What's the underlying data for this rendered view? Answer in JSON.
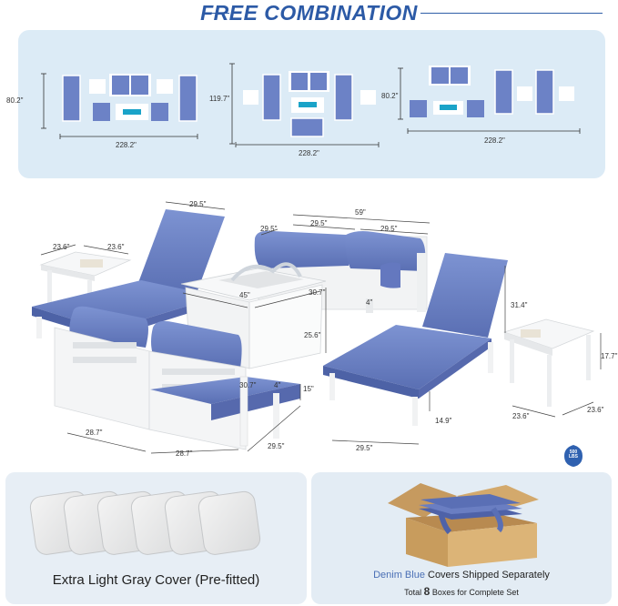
{
  "header": {
    "title": "FREE COMBINATION"
  },
  "combinations": [
    {
      "width": "228.2\"",
      "depth": "80.2\""
    },
    {
      "width": "228.2\"",
      "depth": "119.7\""
    },
    {
      "width": "228.2\"",
      "depth": "80.2\""
    }
  ],
  "dimensions": {
    "lounger_back": "29.5\"",
    "side_table_a": "23.6\"",
    "side_table_b": "23.6\"",
    "sofa_total": "59\"",
    "sofa_side": "29.5\"",
    "sofa_seat_left": "29.5\"",
    "sofa_seat_right": "29.5\"",
    "table_length": "45\"",
    "table_width": "30.7\"",
    "table_height": "25.6\"",
    "sofa_arm": "4\"",
    "lounger_height": "31.4\"",
    "chair_depth": "30.7\"",
    "chair_arm": "4\"",
    "chair_height": "15\"",
    "chair_width_a": "28.7\"",
    "chair_width_b": "28.7\"",
    "chair_side": "29.5\"",
    "lounger_seat_height": "14.9\"",
    "lounger_width": "29.5\"",
    "right_table_height": "17.7\"",
    "right_table_width": "23.6\"",
    "right_table_depth": "23.6\""
  },
  "badge": {
    "weight": "500",
    "unit": "LBS"
  },
  "covers": {
    "left_caption": "Extra Light Gray Cover (Pre-fitted)",
    "right_color": "Denim Blue",
    "right_caption": " Covers Shipped Separately",
    "boxes_prefix": "Total ",
    "boxes_count": "8",
    "boxes_suffix": " Boxes for Complete Set"
  },
  "colors": {
    "accent": "#2c5aa6",
    "cushion": "#6c82c6",
    "frame": "#f4f5f6",
    "panel": "#dcebf6"
  }
}
